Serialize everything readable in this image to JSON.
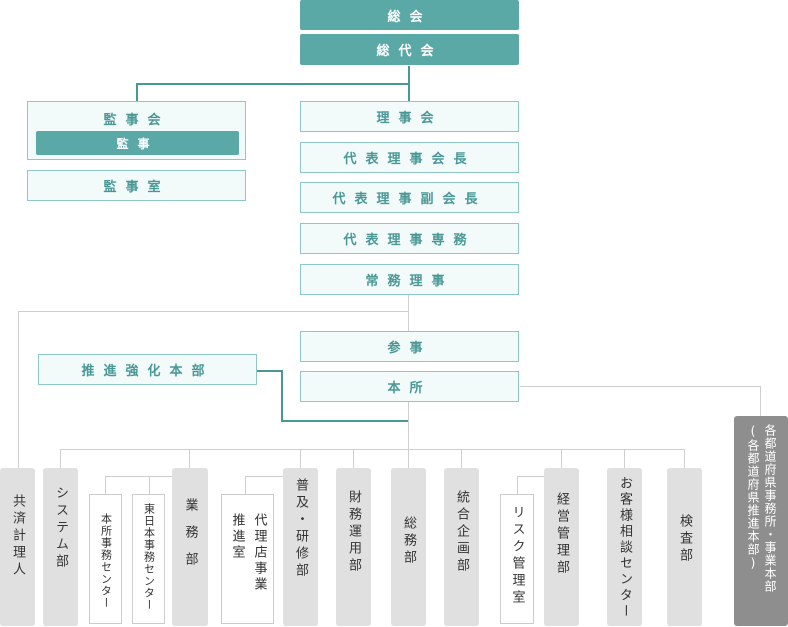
{
  "top": {
    "general_meeting": "総会",
    "representative_meeting": "総代会"
  },
  "audit": {
    "board": "監事会",
    "auditor": "監事",
    "office": "監事室"
  },
  "board": {
    "directors": "理事会",
    "president": "代表理事会長",
    "vice_president": "代表理事副会長",
    "senior_managing": "代表理事専務",
    "managing": "常務理事"
  },
  "councilor": "参事",
  "promotion_hq": "推進強化本部",
  "head_office": "本所",
  "departments": [
    "共済計理人",
    "システム部",
    "本所事務センター",
    "東日本事務センター",
    "業務部",
    "代理店事業\n推進室",
    "普及・研修部",
    "財務運用部",
    "総務部",
    "統合企画部",
    "リスク管理室",
    "経営管理部",
    "お客様相談センター",
    "検査部",
    "各都道府県事務所・事業本部\n(各都道府県推進本部)"
  ]
}
